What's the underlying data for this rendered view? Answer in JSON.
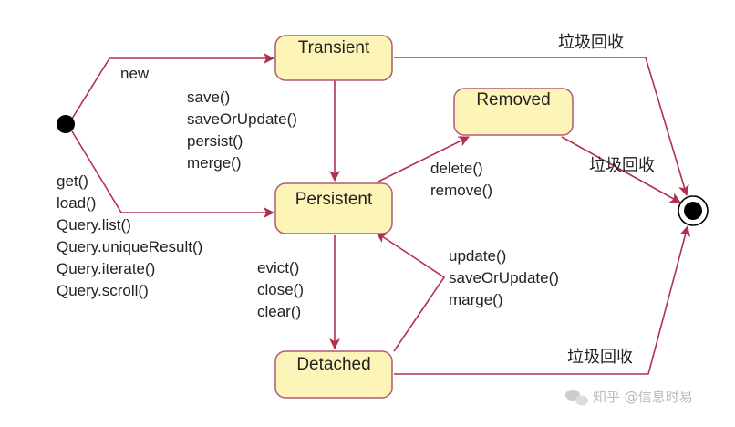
{
  "colors": {
    "state_fill": "#fdf5b8",
    "state_stroke": "#b25a6e",
    "edge": "#b0304e",
    "node_fill": "#000000",
    "text": "#222222"
  },
  "states": {
    "transient": "Transient",
    "persistent": "Persistent",
    "removed": "Removed",
    "detached": "Detached"
  },
  "transitions": {
    "new": "new",
    "load_methods": [
      "get()",
      "load()",
      "Query.list()",
      "Query.uniqueResult()",
      "Query.iterate()",
      "Query.scroll()"
    ],
    "save_methods": [
      "save()",
      "saveOrUpdate()",
      "persist()",
      "merge()"
    ],
    "delete_methods": [
      "delete()",
      "remove()"
    ],
    "detach_methods": [
      "evict()",
      "close()",
      "clear()"
    ],
    "reattach_methods": [
      "update()",
      "saveOrUpdate()",
      "marge()"
    ],
    "garbage_collect": "垃圾回收"
  },
  "watermark": "知乎 @信息时易",
  "icons": {
    "initial": "initial-node-icon",
    "final": "final-node-icon",
    "watermark": "wechat-icon"
  }
}
